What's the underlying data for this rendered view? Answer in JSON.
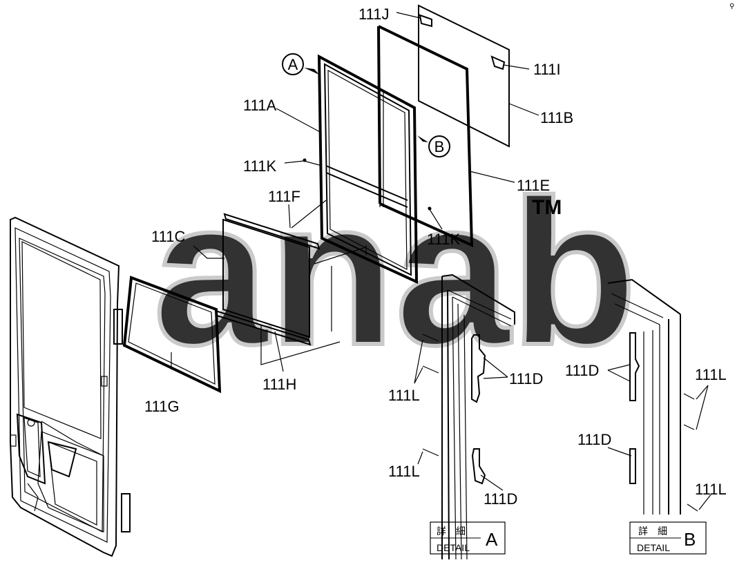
{
  "labels": {
    "p111J": "111J",
    "p111I": "111I",
    "p111A": "111A",
    "p111B": "111B",
    "p111K_a": "111K",
    "p111E": "111E",
    "p111F": "111F",
    "p111C": "111C",
    "p111K_b": "111K",
    "p111G": "111G",
    "p111H": "111H",
    "p111L_a": "111L",
    "p111D_a": "111D",
    "p111L_b": "111L",
    "p111D_b": "111D",
    "p111D_c": "111D",
    "p111L_c": "111L",
    "p111D_d": "111D",
    "p111L_d": "111L"
  },
  "callouts": {
    "a": "A",
    "b": "B"
  },
  "details": {
    "a": {
      "jp": "詳　細",
      "en": "DETAIL",
      "letter": "A"
    },
    "b": {
      "jp": "詳　細",
      "en": "DETAIL",
      "letter": "B"
    }
  },
  "watermark": {
    "text": "anab",
    "tm": "TM"
  },
  "corner_mark": "⚲"
}
